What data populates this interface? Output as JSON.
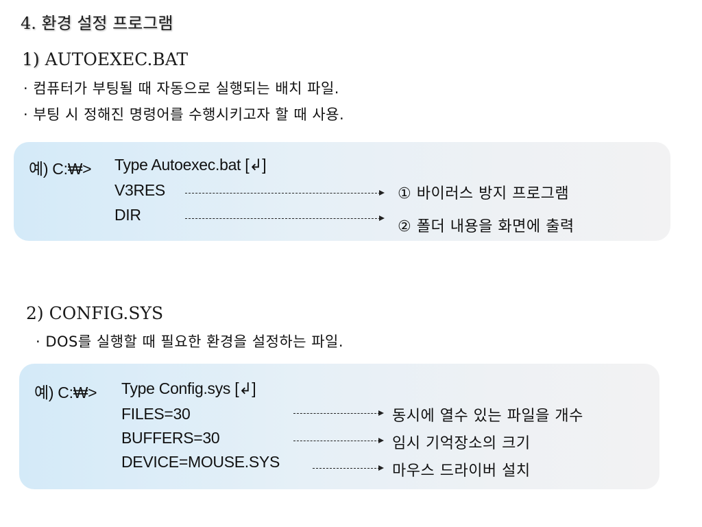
{
  "slide": {
    "title": "4. 환경 설정 프로그램"
  },
  "autoexec": {
    "number": "1)",
    "name": "AUTOEXEC.BAT",
    "bullets": [
      "· 컴퓨터가 부팅될 때 자동으로 실행되는 배치 파일.",
      "· 부팅 시 정해진 명령어를 수행시키고자 할 때 사용."
    ],
    "example": {
      "prompt": "예) C:₩>",
      "command": "Type Autoexec.bat [↲]",
      "lines": [
        {
          "cmd": "V3RES",
          "desc": "① 바이러스 방지 프로그램"
        },
        {
          "cmd": "DIR",
          "desc": "② 폴더 내용을 화면에 출력"
        }
      ]
    }
  },
  "config": {
    "number": "2)",
    "name": "CONFIG.SYS",
    "bullets": [
      "· DOS를 실행할 때 필요한 환경을 설정하는 파일."
    ],
    "example": {
      "prompt": "예) C:₩>",
      "command": "Type Config.sys [↲]",
      "lines": [
        {
          "cmd": "FILES=30",
          "desc": "동시에 열수 있는 파일을 개수"
        },
        {
          "cmd": "BUFFERS=30",
          "desc": "임시 기억장소의 크기"
        },
        {
          "cmd": "DEVICE=MOUSE.SYS",
          "desc": "마우스 드라이버 설치"
        }
      ]
    }
  }
}
